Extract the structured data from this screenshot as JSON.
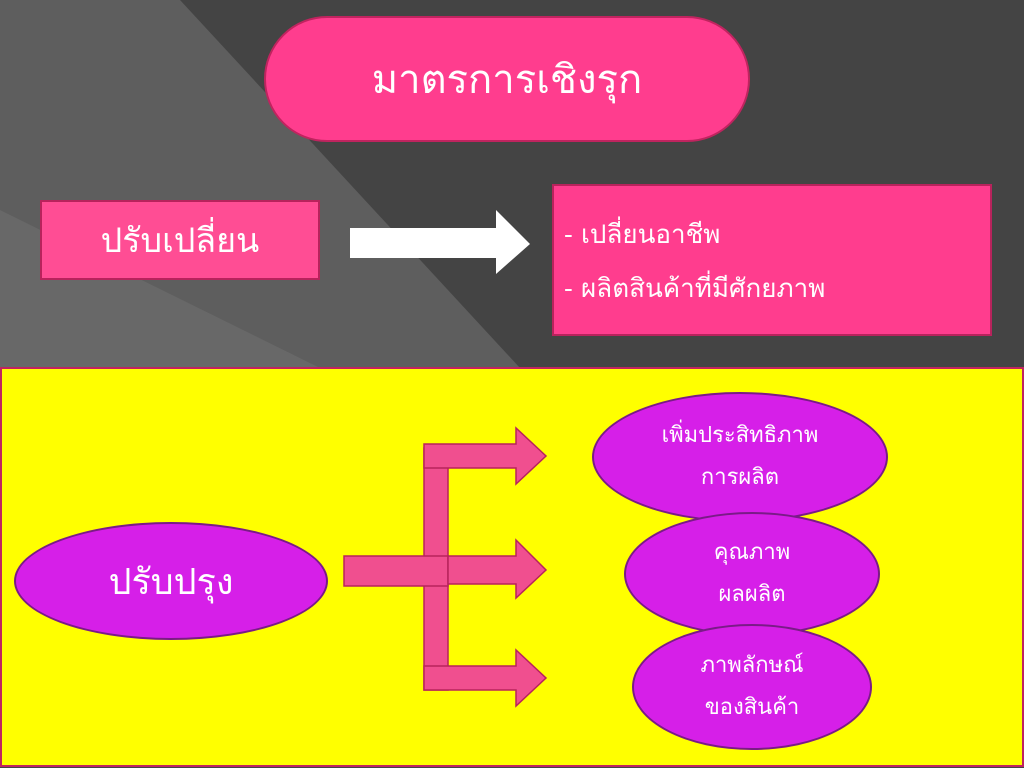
{
  "title": "มาตรการเชิงรุก",
  "change": {
    "label": "ปรับเปลี่ยน",
    "details": [
      "- เปลี่ยนอาชีพ",
      "- ผลิตสินค้าที่มีศักยภาพ"
    ]
  },
  "improve": {
    "label": "ปรับปรุง",
    "outcomes": [
      {
        "line1": "เพิ่มประสิทธิภาพ",
        "line2": "การผลิต"
      },
      {
        "line1": "คุณภาพ",
        "line2": "ผลผลิต"
      },
      {
        "line1": "ภาพลักษณ์",
        "line2": "ของสินค้า"
      }
    ]
  },
  "colors": {
    "background_dark": "#4a4a4a",
    "panel_yellow": "#ffff00",
    "pink": "#ff3d8e",
    "magenta": "#d61fe8",
    "arrow_pink": "#f04f8f",
    "arrow_white": "#ffffff"
  }
}
